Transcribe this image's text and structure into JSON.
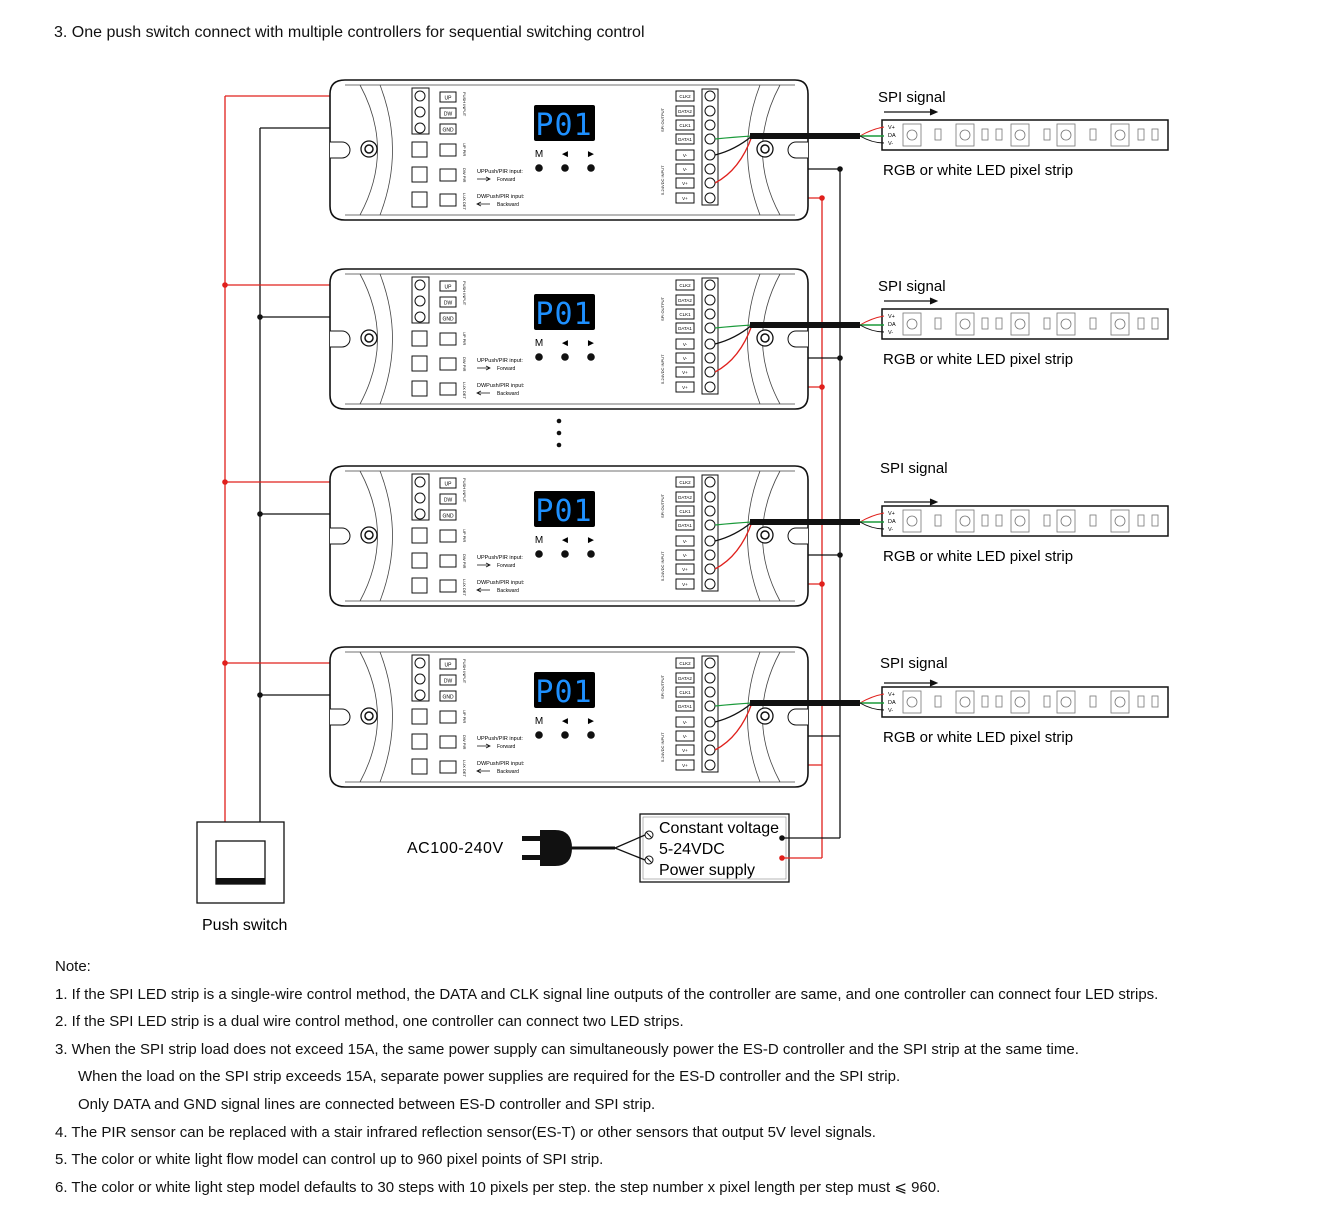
{
  "title": "3. One push switch connect with multiple controllers for sequential switching control",
  "controller": {
    "display": "P01",
    "buttons": [
      "M",
      "◄",
      "►"
    ],
    "left_labels": [
      "UP",
      "DW",
      "GND"
    ],
    "push_input": "PUSH INPUT",
    "side_labels": [
      "UP PIR",
      "DW PIR",
      "LUX DET"
    ],
    "up_text": "UPPush/PIR input:",
    "forward": "Forward",
    "dw_text": "DWPush/PIR input:",
    "backward": "Backward",
    "right_labels": [
      "CLK2",
      "DATA2",
      "CLK1",
      "DATA1",
      "V-",
      "V-",
      "V+",
      "V+"
    ],
    "spi_output": "SPI OUTPUT",
    "dc_input": "5-24VDC INPUT"
  },
  "strip": {
    "spi_signal": "SPI signal",
    "label": "RGB or white LED pixel strip",
    "pins": [
      "V+",
      "DA",
      "V-"
    ]
  },
  "power": {
    "ac": "AC100-240V",
    "lines": [
      "Constant voltage",
      "5-24VDC",
      "Power supply"
    ]
  },
  "switch_label": "Push switch",
  "colors": {
    "red": "#e0201c",
    "green": "#1a9a3a",
    "display_bg": "#000000",
    "display_fg": "#1e90ff"
  },
  "notes": {
    "heading": "Note:",
    "items": [
      "1. If the SPI LED strip is a single-wire control method, the DATA and CLK signal line outputs of the controller are same, and one controller can connect four LED strips.",
      "2. If the SPI LED strip is a dual wire control method, one controller can connect two LED strips.",
      "3. When the SPI strip load does not exceed 15A, the same power supply can simultaneously power the ES-D controller and the SPI strip at the same time.",
      "When the load on the SPI strip exceeds 15A, separate power supplies are required for the ES-D controller and the SPI strip.",
      "Only DATA and GND signal lines are connected between ES-D controller and SPI strip.",
      "4. The PIR sensor can be replaced with a stair infrared reflection sensor(ES-T) or other sensors that output 5V level signals.",
      "5. The color or white light flow model can control up to 960 pixel points of SPI strip.",
      "6. The color or white light step model defaults to 30 steps with 10 pixels per step. the step number x pixel length per step must ⩽ 960."
    ]
  }
}
